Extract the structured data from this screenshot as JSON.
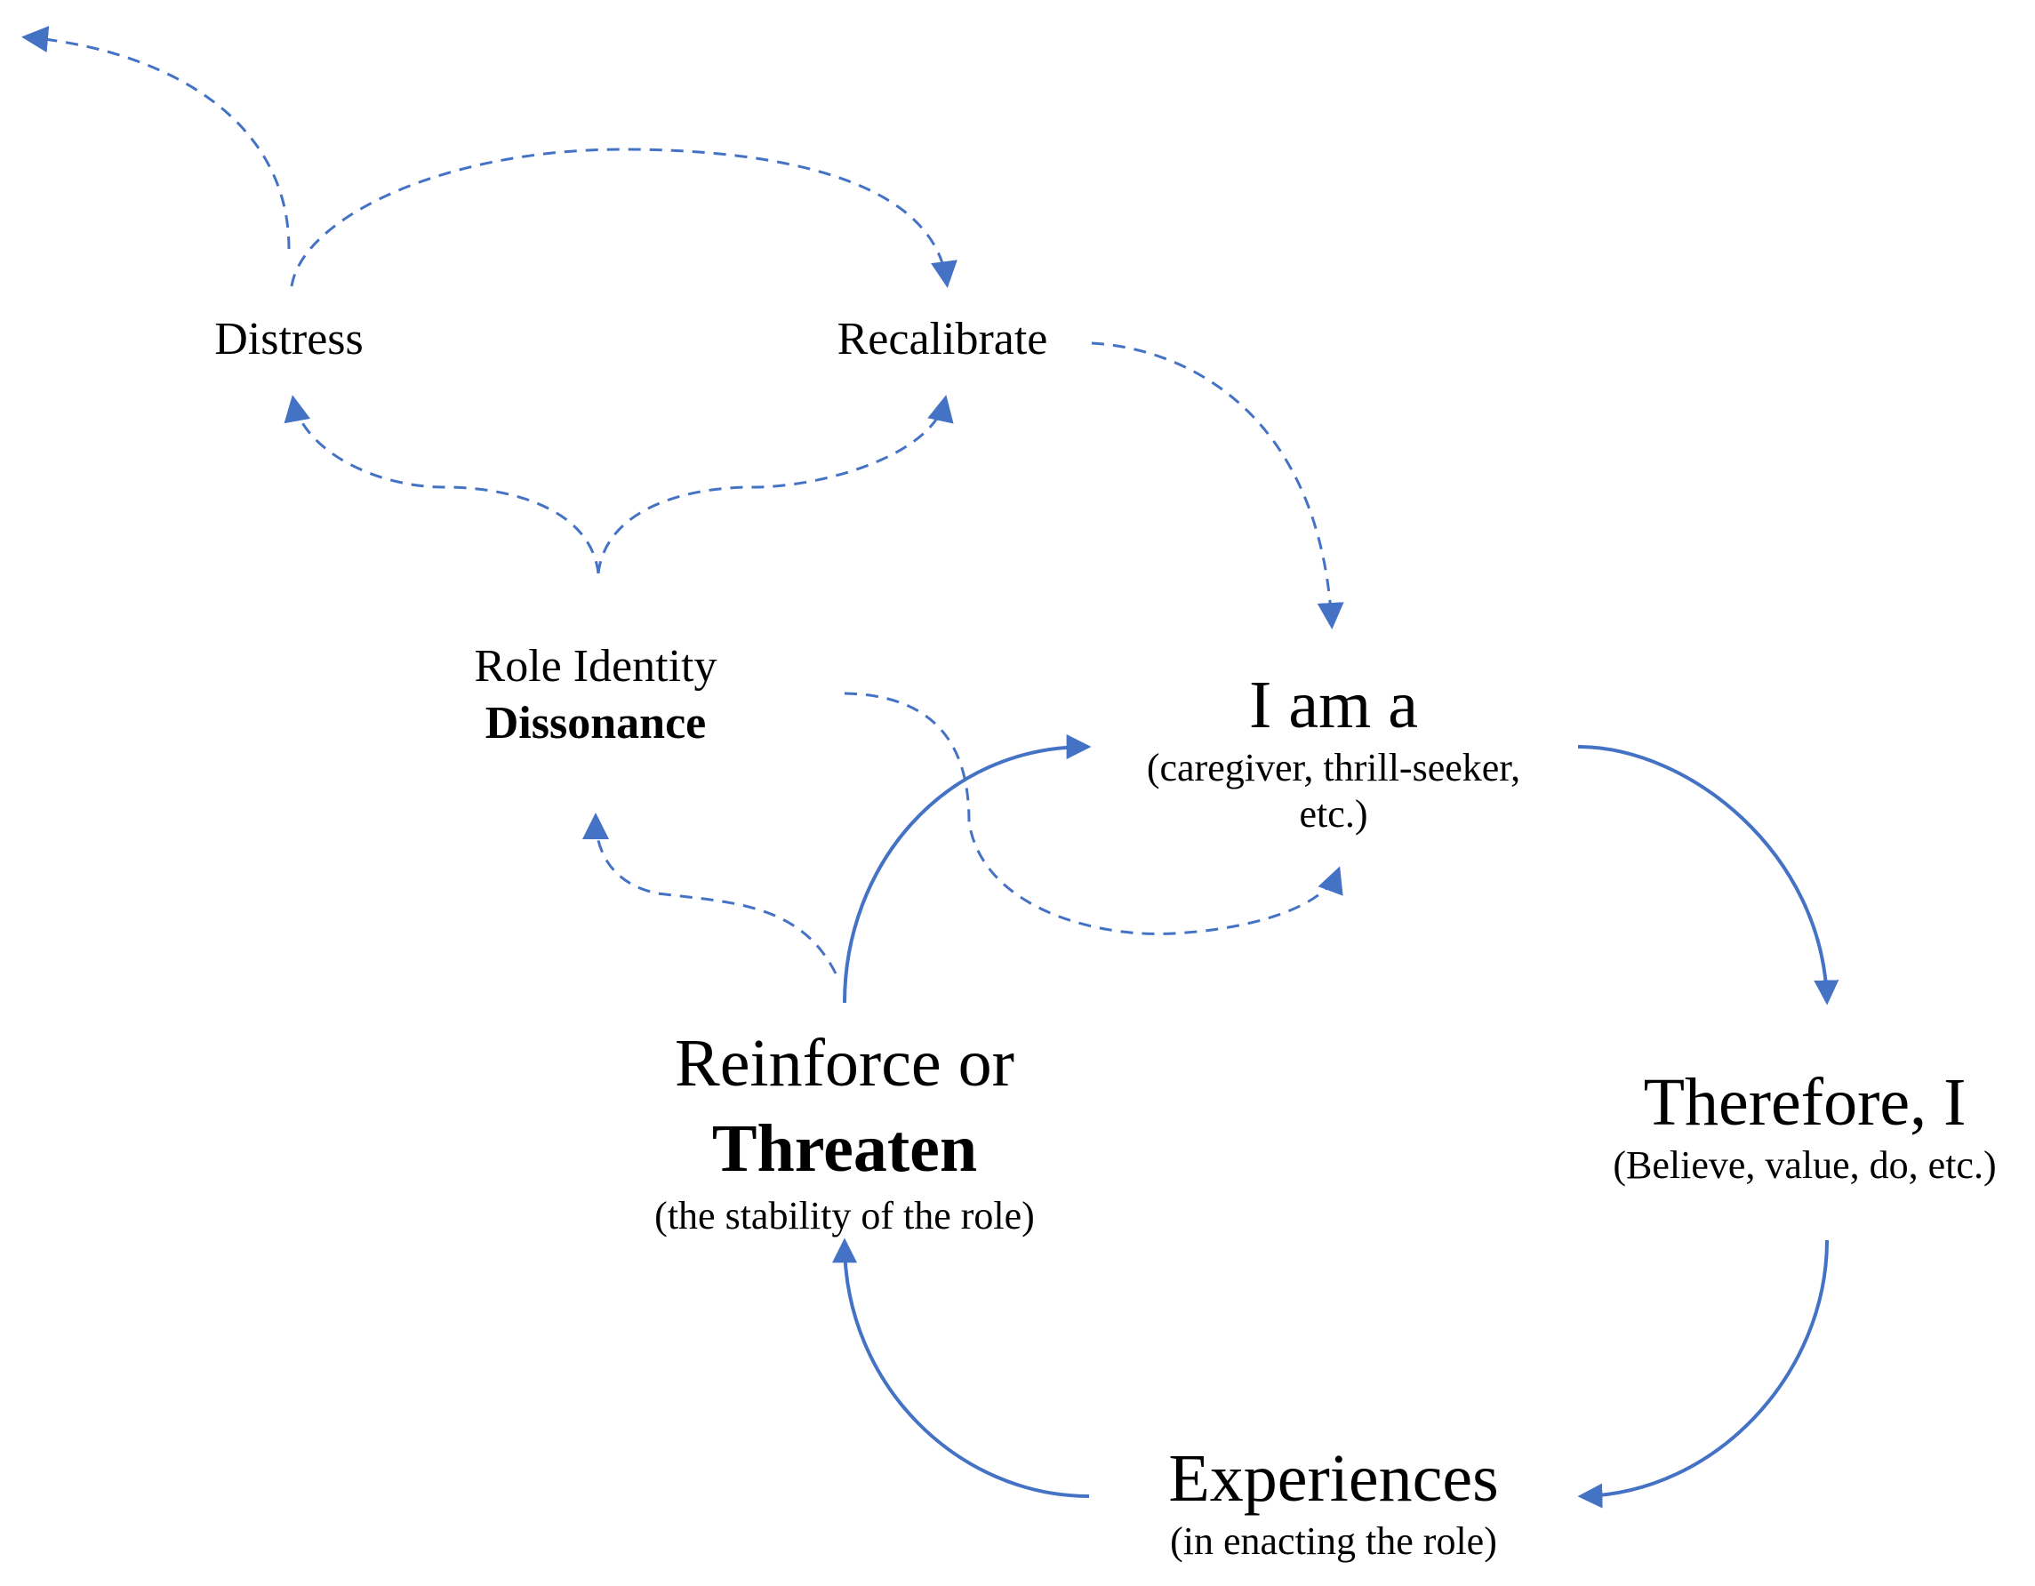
{
  "colors": {
    "arrow": "#4472c4",
    "text": "#000000",
    "background": "#ffffff"
  },
  "nodes": {
    "distress": {
      "label": "Distress"
    },
    "recalibrate": {
      "label": "Recalibrate"
    },
    "role_identity": {
      "line1": "Role Identity",
      "line2": "Dissonance"
    },
    "i_am_a": {
      "main": "I am a",
      "sub1": "(caregiver, thrill-seeker,",
      "sub2": "etc.)"
    },
    "reinforce": {
      "line1": "Reinforce or",
      "line2": "Threaten",
      "sub": "(the stability of the role)"
    },
    "therefore": {
      "main": "Therefore, I",
      "sub": "(Believe, value, do, etc.)"
    },
    "experiences": {
      "main": "Experiences",
      "sub": "(in enacting the role)"
    }
  },
  "edges": [
    {
      "from": "i_am_a",
      "to": "therefore",
      "style": "solid"
    },
    {
      "from": "therefore",
      "to": "experiences",
      "style": "solid"
    },
    {
      "from": "experiences",
      "to": "reinforce",
      "style": "solid"
    },
    {
      "from": "reinforce",
      "to": "i_am_a",
      "style": "solid"
    },
    {
      "from": "reinforce",
      "to": "role_identity",
      "style": "dashed"
    },
    {
      "from": "role_identity",
      "to": "i_am_a",
      "style": "dashed"
    },
    {
      "from": "role_identity",
      "to": "distress",
      "style": "dashed"
    },
    {
      "from": "role_identity",
      "to": "recalibrate",
      "style": "dashed"
    },
    {
      "from": "distress",
      "to": "recalibrate",
      "style": "dashed"
    },
    {
      "from": "distress",
      "to": "exit",
      "style": "dashed"
    },
    {
      "from": "recalibrate",
      "to": "i_am_a",
      "style": "dashed"
    }
  ]
}
